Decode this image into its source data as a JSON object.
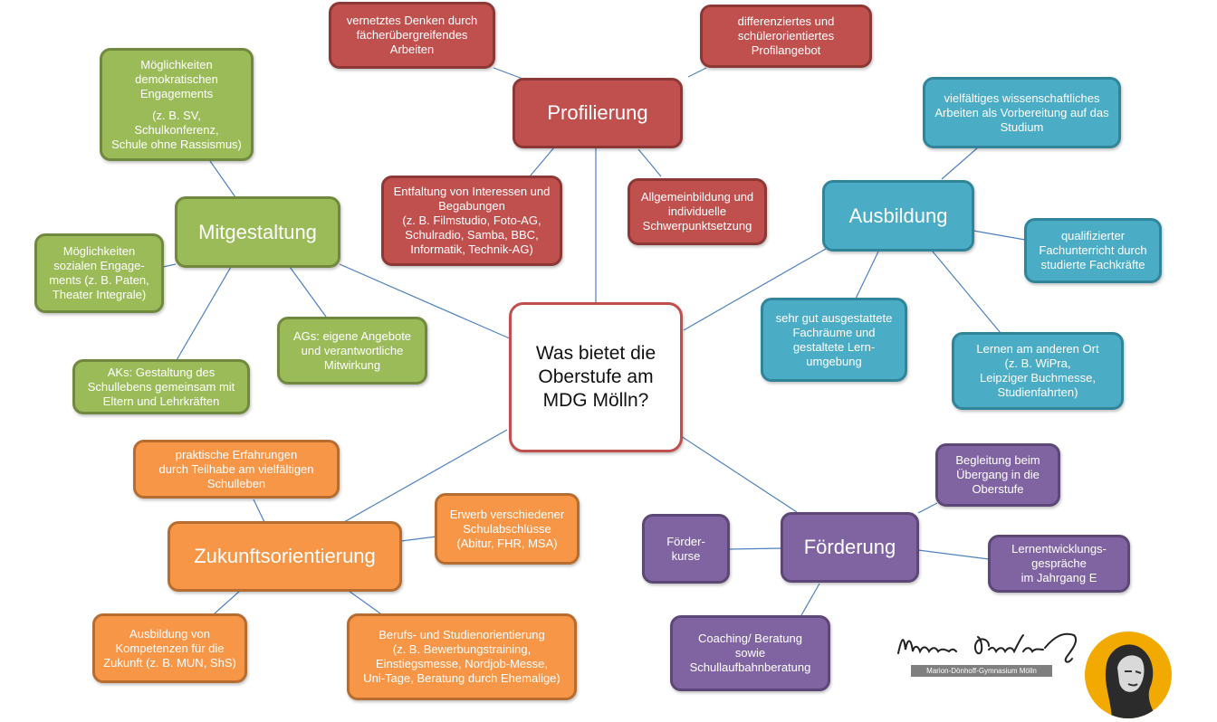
{
  "center": {
    "label": "Was bietet die\nOberstufe am\nMDG Mölln?"
  },
  "profilierung": {
    "title": "Profilierung",
    "items": [
      "vernetztes Denken durch\nfächerübergreifendes\nArbeiten",
      "differenziertes und\nschülerorientiertes\nProfilangebot",
      "Entfaltung von Interessen und\nBegabungen\n(z. B. Filmstudio, Foto-AG,\nSchulradio, Samba, BBC,\nInformatik, Technik-AG)",
      "Allgemeinbildung und\nindividuelle\nSchwerpunktsetzung"
    ]
  },
  "mitgestaltung": {
    "title": "Mitgestaltung",
    "item_demokratisch": {
      "line1": "Möglichkeiten\ndemokratischen\nEngagements",
      "line2": "(z. B. SV, Schulkonferenz,\nSchule ohne Rassismus)"
    },
    "items": [
      "Möglichkeiten\nsozialen Engage-\nments (z. B. Paten,\nTheater Integrale)",
      "AGs: eigene Angebote\nund verantwortliche\nMitwirkung",
      "AKs: Gestaltung des\nSchullebens gemeinsam mit\nEltern und Lehrkräften"
    ]
  },
  "ausbildung": {
    "title": "Ausbildung",
    "items": [
      "vielfältiges wissenschaftliches\nArbeiten als Vorbereitung auf das\nStudium",
      "qualifizierter\nFachunterricht durch\nstudierte Fachkräfte",
      "sehr gut ausgestattete\nFachräume und\ngestaltete Lern-\numgebung",
      "Lernen am anderen Ort\n(z. B. WiPra,\nLeipziger Buchmesse,\nStudienfahrten)"
    ]
  },
  "zukunft": {
    "title": "Zukunftsorientierung",
    "items": [
      "praktische Erfahrungen\ndurch Teilhabe am vielfältigen\nSchulleben",
      "Erwerb verschiedener\nSchulabschlüsse\n(Abitur, FHR, MSA)",
      "Ausbildung von\nKompetenzen für die\nZukunft (z. B. MUN, ShS)",
      "Berufs- und Studienorientierung\n(z. B. Bewerbungstraining,\nEinstiegsmesse, Nordjob-Messe,\nUni-Tage, Beratung durch Ehemalige)"
    ]
  },
  "foerderung": {
    "title": "Förderung",
    "items": [
      "Begleitung beim\nÜbergang in die\nOberstufe",
      "Förder-\nkurse",
      "Lernentwicklungs-\ngespräche\nim Jahrgang E",
      "Coaching/ Beratung\nsowie\nSchullaufbahnberatung"
    ]
  },
  "logo": {
    "caption": "Marion-Dönhoff-Gymnasium Mölln",
    "signature": "Marion Dönhoff"
  },
  "colors": {
    "red": "#c0504d",
    "green": "#9bbb59",
    "teal": "#4bacc6",
    "orange": "#f79646",
    "purple": "#8064a2",
    "line": "#4f81bd"
  }
}
